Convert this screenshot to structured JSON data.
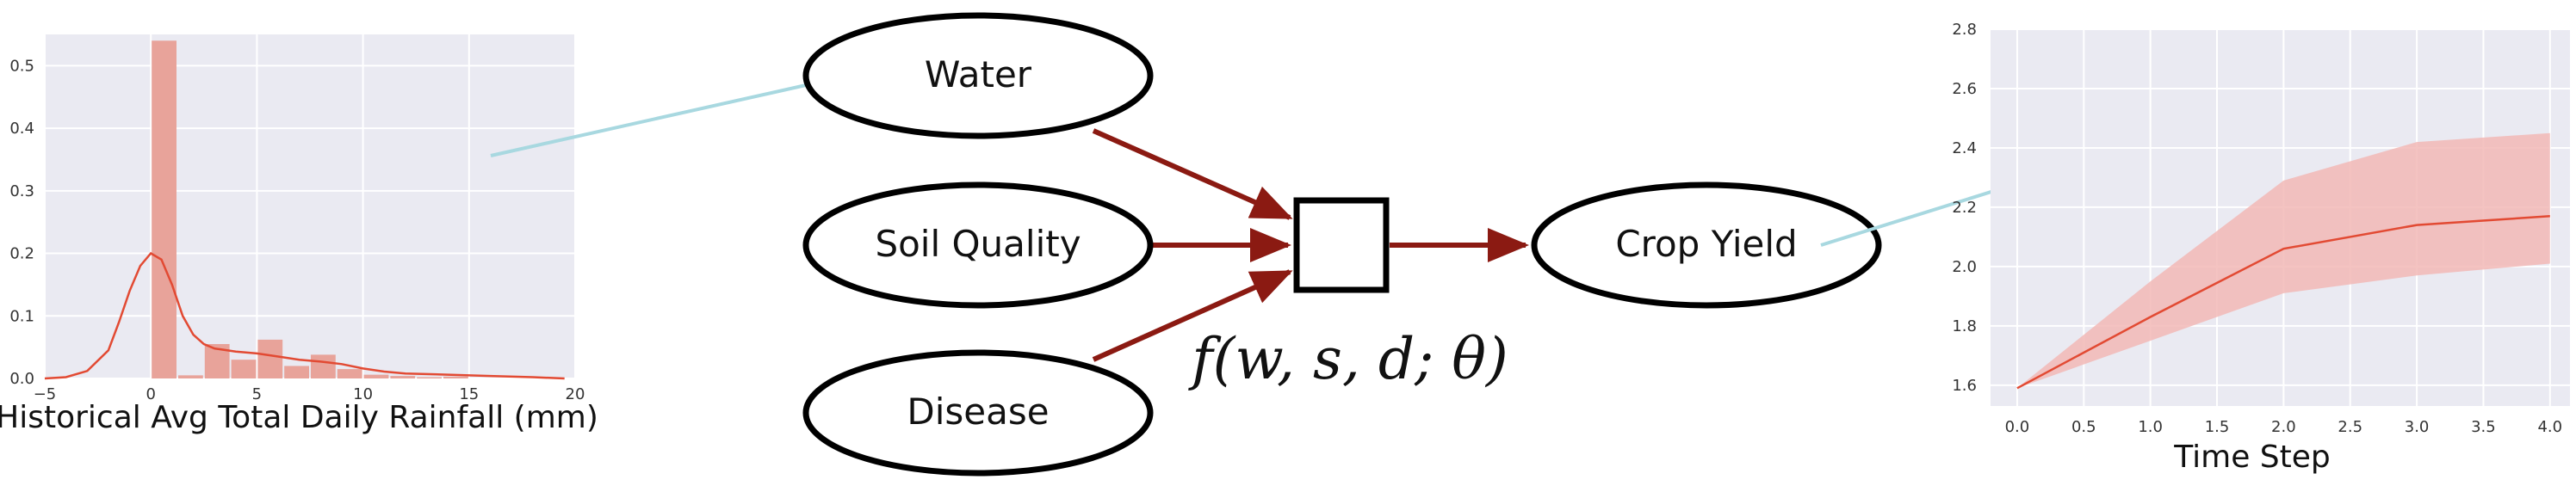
{
  "colors": {
    "panel_bg": "#eaeaf2",
    "grid": "#ffffff",
    "accent_red": "#e24a33",
    "bar_fill": "#e8a39a",
    "band_fill": "#f2b9b6",
    "arrow": "#8b1a12",
    "connector": "#a8d8e0",
    "node_stroke": "#000000"
  },
  "diagram": {
    "nodes": {
      "water": "Water",
      "soil_quality": "Soil Quality",
      "disease": "Disease",
      "crop_yield": "Crop Yield"
    },
    "factor": {
      "formula": "f(w, s, d; θ)"
    }
  },
  "chart_data": [
    {
      "type": "bar",
      "subtype": "histogram-with-kde",
      "xlabel": "Historical Avg Total Daily Rainfall (mm)",
      "ylabel": "",
      "title": "",
      "xlim": [
        -5,
        20
      ],
      "ylim": [
        0,
        0.55
      ],
      "x_ticks": [
        -5,
        0,
        5,
        10,
        15,
        20
      ],
      "y_ticks": [
        0.0,
        0.1,
        0.2,
        0.3,
        0.4,
        0.5
      ],
      "x_tick_labels": [
        "−5",
        "0",
        "5",
        "10",
        "15",
        "20"
      ],
      "y_tick_labels": [
        "0.0",
        "0.1",
        "0.2",
        "0.3",
        "0.4",
        "0.5"
      ],
      "bins": [
        {
          "x0": 0.0,
          "x1": 1.25,
          "value": 0.54
        },
        {
          "x0": 1.25,
          "x1": 2.5,
          "value": 0.005
        },
        {
          "x0": 2.5,
          "x1": 3.75,
          "value": 0.055
        },
        {
          "x0": 3.75,
          "x1": 5.0,
          "value": 0.03
        },
        {
          "x0": 5.0,
          "x1": 6.25,
          "value": 0.062
        },
        {
          "x0": 6.25,
          "x1": 7.5,
          "value": 0.02
        },
        {
          "x0": 7.5,
          "x1": 8.75,
          "value": 0.038
        },
        {
          "x0": 8.75,
          "x1": 10.0,
          "value": 0.015
        },
        {
          "x0": 10.0,
          "x1": 11.25,
          "value": 0.006
        },
        {
          "x0": 11.25,
          "x1": 12.5,
          "value": 0.004
        },
        {
          "x0": 12.5,
          "x1": 13.75,
          "value": 0.002
        },
        {
          "x0": 13.75,
          "x1": 15.0,
          "value": 0.003
        }
      ],
      "kde": {
        "x": [
          -5,
          -4,
          -3,
          -2,
          -1.5,
          -1,
          -0.5,
          0,
          0.5,
          1,
          1.5,
          2,
          2.5,
          3,
          4,
          5,
          6,
          7,
          8,
          9,
          10,
          11,
          12,
          14,
          16,
          18,
          19.5
        ],
        "y": [
          0.0,
          0.002,
          0.012,
          0.045,
          0.09,
          0.14,
          0.18,
          0.2,
          0.19,
          0.15,
          0.1,
          0.07,
          0.055,
          0.048,
          0.043,
          0.04,
          0.035,
          0.03,
          0.027,
          0.023,
          0.016,
          0.011,
          0.008,
          0.006,
          0.004,
          0.002,
          0.0
        ]
      },
      "grid": true
    },
    {
      "type": "line",
      "subtype": "mean-with-band",
      "xlabel": "Time Step",
      "ylabel": "",
      "title": "",
      "xlim": [
        -0.2,
        4.15
      ],
      "ylim": [
        1.53,
        2.8
      ],
      "x_ticks": [
        0.0,
        0.5,
        1.0,
        1.5,
        2.0,
        2.5,
        3.0,
        3.5,
        4.0
      ],
      "y_ticks": [
        1.6,
        1.8,
        2.0,
        2.2,
        2.4,
        2.6,
        2.8
      ],
      "x_tick_labels": [
        "0.0",
        "0.5",
        "1.0",
        "1.5",
        "2.0",
        "2.5",
        "3.0",
        "3.5",
        "4.0"
      ],
      "y_tick_labels": [
        "1.6",
        "1.8",
        "2.0",
        "2.2",
        "2.4",
        "2.6",
        "2.8"
      ],
      "x": [
        0,
        1,
        2,
        3,
        4
      ],
      "series": [
        {
          "values": [
            1.59,
            1.83,
            2.06,
            2.14,
            2.17
          ],
          "lower": [
            1.59,
            1.75,
            1.91,
            1.97,
            2.01
          ],
          "upper": [
            1.59,
            1.95,
            2.29,
            2.42,
            2.45
          ]
        }
      ],
      "grid": true
    }
  ]
}
